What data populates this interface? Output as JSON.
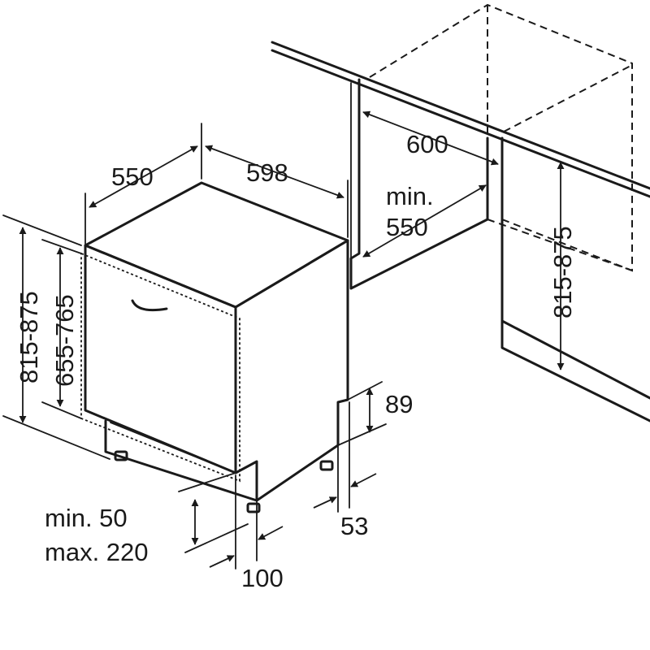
{
  "labels": {
    "depth": "550",
    "width": "598",
    "niche_width": "600",
    "niche_depth_min": "min.",
    "niche_depth_value": "550",
    "niche_height": "815-875",
    "overall_height": "815-875",
    "door_height": "655-765",
    "toe_height": "89",
    "toe_depth": "53",
    "plinth_min": "min. 50",
    "plinth_max": "max. 220",
    "plinth_setback": "100"
  },
  "colors": {
    "line": "#1a1a1a",
    "background": "#ffffff",
    "panel": "#ffffff"
  },
  "icons": {
    "arrow": "arrow-head-icon"
  }
}
